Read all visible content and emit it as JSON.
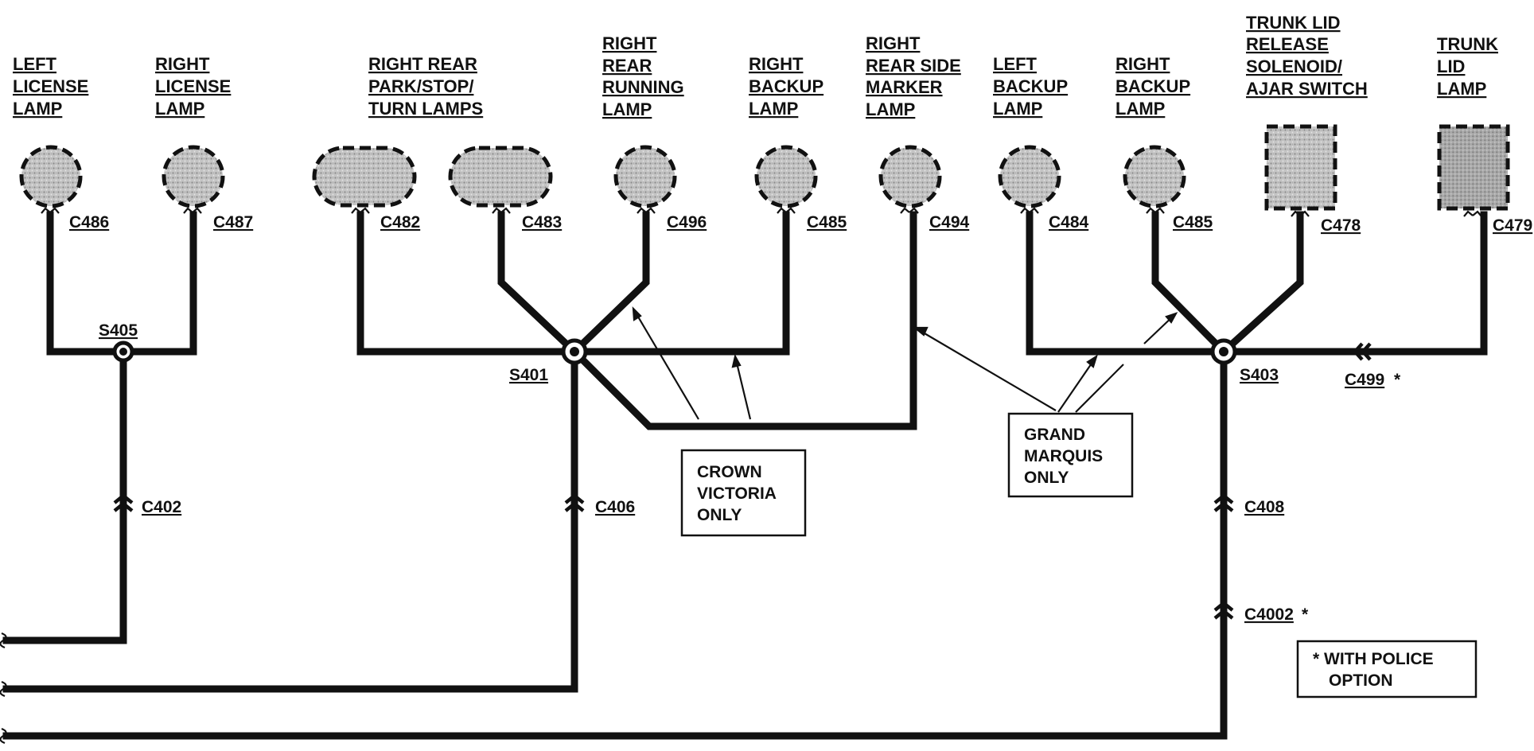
{
  "components": [
    {
      "id": "left-license",
      "lines": [
        "LEFT",
        "LICENSE",
        "LAMP"
      ],
      "connector": "C486"
    },
    {
      "id": "right-license",
      "lines": [
        "RIGHT",
        "LICENSE",
        "LAMP"
      ],
      "connector": "C487"
    },
    {
      "id": "right-rear-park-1",
      "lines": [
        "RIGHT REAR",
        "PARK/STOP/",
        "TURN LAMPS"
      ],
      "connector": "C482"
    },
    {
      "id": "right-rear-park-2",
      "lines": [],
      "connector": "C483"
    },
    {
      "id": "right-rear-running",
      "lines": [
        "RIGHT",
        "REAR",
        "RUNNING",
        "LAMP"
      ],
      "connector": "C496"
    },
    {
      "id": "right-backup-cv",
      "lines": [
        "RIGHT",
        "BACKUP",
        "LAMP"
      ],
      "connector": "C485"
    },
    {
      "id": "right-rear-side-marker",
      "lines": [
        "RIGHT",
        "REAR SIDE",
        "MARKER",
        "LAMP"
      ],
      "connector": "C494"
    },
    {
      "id": "left-backup",
      "lines": [
        "LEFT",
        "BACKUP",
        "LAMP"
      ],
      "connector": "C484"
    },
    {
      "id": "right-backup-gm",
      "lines": [
        "RIGHT",
        "BACKUP",
        "LAMP"
      ],
      "connector": "C485"
    },
    {
      "id": "trunk-lid-release",
      "lines": [
        "TRUNK LID",
        "RELEASE",
        "SOLENOID/",
        "AJAR SWITCH"
      ],
      "connector": "C478"
    },
    {
      "id": "trunk-lid-lamp",
      "lines": [
        "TRUNK",
        "LID",
        "LAMP"
      ],
      "connector": "C479"
    }
  ],
  "splices": {
    "s405": "S405",
    "s401": "S401",
    "s403": "S403"
  },
  "inline_connectors": {
    "c402": "C402",
    "c406": "C406",
    "c408": "C408",
    "c4002": "C4002",
    "c499": "C499"
  },
  "asterisk": "*",
  "notes": {
    "crown_victoria": [
      "CROWN",
      "VICTORIA",
      "ONLY"
    ],
    "grand_marquis": [
      "GRAND",
      "MARQUIS",
      "ONLY"
    ],
    "police": [
      "* WITH POLICE",
      "OPTION"
    ]
  }
}
